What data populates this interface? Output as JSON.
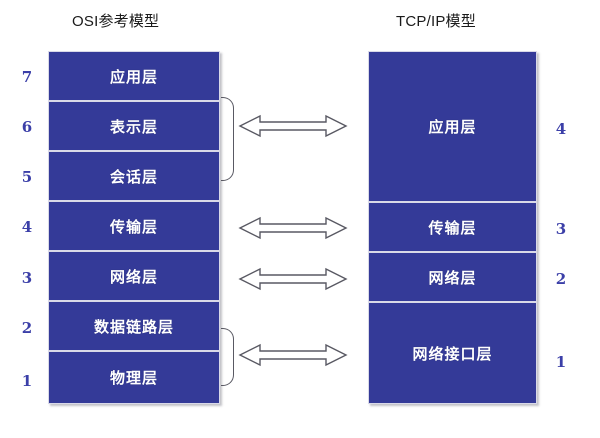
{
  "diagram": {
    "title_left": "OSI参考模型",
    "title_right": "TCP/IP模型",
    "box_color": "#343a98",
    "text_color": "#ffffff",
    "number_color": "#3b3fa8",
    "arrow_color": "#595963",
    "background": "#ffffff"
  },
  "osi": {
    "title": "OSI参考模型",
    "layers": [
      {
        "number": "7",
        "label": "应用层"
      },
      {
        "number": "6",
        "label": "表示层"
      },
      {
        "number": "5",
        "label": "会话层"
      },
      {
        "number": "4",
        "label": "传输层"
      },
      {
        "number": "3",
        "label": "网络层"
      },
      {
        "number": "2",
        "label": "数据链路层"
      },
      {
        "number": "1",
        "label": "物理层"
      }
    ]
  },
  "tcpip": {
    "title": "TCP/IP模型",
    "layers": [
      {
        "number": "4",
        "label": "应用层",
        "span": 3
      },
      {
        "number": "3",
        "label": "传输层",
        "span": 1
      },
      {
        "number": "2",
        "label": "网络层",
        "span": 1
      },
      {
        "number": "1",
        "label": "网络接口层",
        "span": 2
      }
    ]
  },
  "mappings": [
    {
      "osi_layers": "7,6,5",
      "tcpip_layer": "应用层",
      "braced": true,
      "arrow": "double-headed-arrow"
    },
    {
      "osi_layers": "4",
      "tcpip_layer": "传输层",
      "braced": false,
      "arrow": "double-headed-arrow"
    },
    {
      "osi_layers": "3",
      "tcpip_layer": "网络层",
      "braced": false,
      "arrow": "double-headed-arrow"
    },
    {
      "osi_layers": "2,1",
      "tcpip_layer": "网络接口层",
      "braced": true,
      "arrow": "double-headed-arrow"
    }
  ]
}
